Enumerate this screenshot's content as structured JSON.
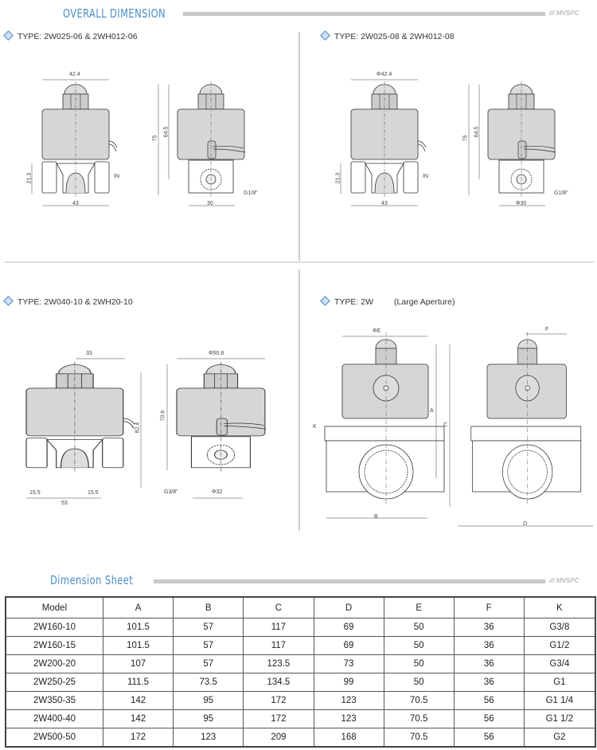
{
  "header": {
    "title": "OVERALL DIMENSION",
    "brand": "/// MVSPC"
  },
  "panels": [
    {
      "type": "TYPE: 2W025-06 & 2WH012-06",
      "dims": {
        "top": "42.4",
        "h1": "21.3",
        "in": "IN",
        "bottom": "43",
        "h_total": "75",
        "h_mid": "64.5",
        "port": "G1/8\"",
        "side_bottom": "30"
      }
    },
    {
      "type": "TYPE: 2W025-08 & 2WH012-08",
      "dims": {
        "top": "Φ42.4",
        "h1": "21.3",
        "in": "IN",
        "bottom": "43",
        "h_total": "75",
        "h_mid": "64.5",
        "port": "G1/8\"",
        "side_bottom": "Φ30"
      }
    },
    {
      "type": "TYPE: 2W040-10 & 2WH20-10",
      "dims": {
        "top": "33",
        "left": "15.5",
        "right": "15.5",
        "bottom": "53",
        "h_total": "82.4",
        "side_top": "Φ50.8",
        "side_h": "70.6",
        "port": "G3/8\"",
        "side_bottom": "Φ32"
      }
    },
    {
      "type": "TYPE: 2W",
      "note": "(Large Aperture)",
      "dims": {
        "e": "ΦE",
        "a": "A",
        "k": "K",
        "b": "B",
        "f": "F",
        "c": "C",
        "d": "D"
      }
    }
  ],
  "sheet": {
    "title": "Dimension Sheet",
    "brand": "/// MVSPC",
    "columns": [
      "Model",
      "A",
      "B",
      "C",
      "D",
      "E",
      "F",
      "K"
    ],
    "rows": [
      [
        "2W160-10",
        "101.5",
        "57",
        "117",
        "69",
        "50",
        "36",
        "G3/8"
      ],
      [
        "2W160-15",
        "101.5",
        "57",
        "117",
        "69",
        "50",
        "36",
        "G1/2"
      ],
      [
        "2W200-20",
        "107",
        "57",
        "123.5",
        "73",
        "50",
        "36",
        "G3/4"
      ],
      [
        "2W250-25",
        "111.5",
        "73.5",
        "134.5",
        "99",
        "50",
        "36",
        "G1"
      ],
      [
        "2W350-35",
        "142",
        "95",
        "172",
        "123",
        "70.5",
        "56",
        "G1 1/4"
      ],
      [
        "2W400-40",
        "142",
        "95",
        "172",
        "123",
        "70.5",
        "56",
        "G1 1/2"
      ],
      [
        "2W500-50",
        "172",
        "123",
        "209",
        "168",
        "70.5",
        "56",
        "G2"
      ]
    ]
  }
}
